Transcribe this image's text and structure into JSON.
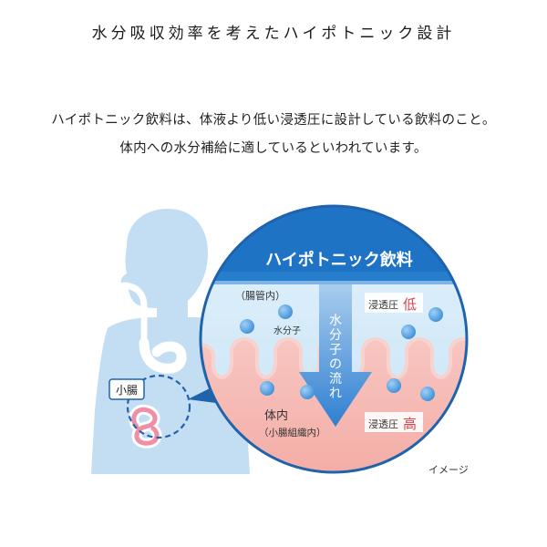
{
  "heading": "水分吸収効率を考えたハイポトニック設計",
  "description": {
    "line1": "ハイポトニック飲料は、体液より低い浸透圧に設計している飲料のこと。",
    "line2": "体内への水分補給に適しているといわれています。"
  },
  "diagram": {
    "body_label": "小腸",
    "banner": "ハイポトニック飲料",
    "lumen_label": "（腸管内）",
    "molecule_label": "水分子",
    "flow_label_chars": [
      "水",
      "分",
      "子",
      "の",
      "流",
      "れ"
    ],
    "osmotic_prefix": "浸透圧",
    "osmotic_low": "低",
    "osmotic_high": "高",
    "tissue_label": "体内",
    "tissue_sublabel": "（小腸組織内）",
    "caption": "イメージ"
  },
  "colors": {
    "banner_blue": "#1f73c4",
    "lumen_light_blue": "#cfe7f7",
    "tissue_pink": "#f6b9b3",
    "arrow_blue": "#2f7fd1",
    "body_silhouette": "#c3def2",
    "molecule": "#5aa6e6",
    "highlight_red": "#e0404a",
    "intestine_pink": "#ef8ea6"
  }
}
